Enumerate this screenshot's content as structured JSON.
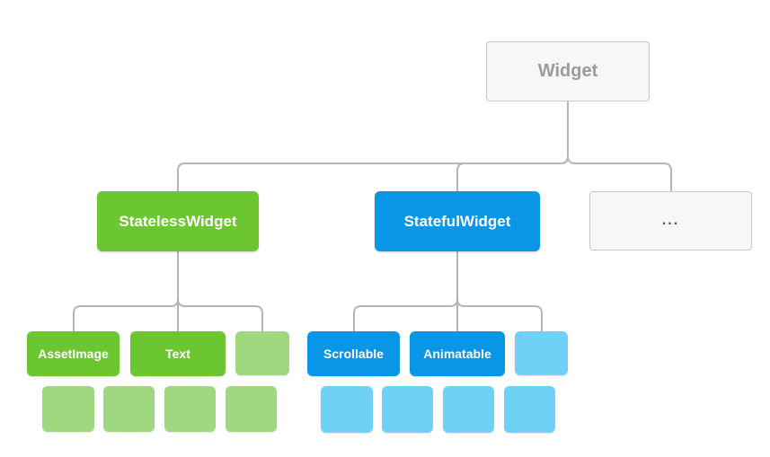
{
  "diagram": {
    "root": {
      "label": "Widget"
    },
    "branches": [
      {
        "label": "StatelessWidget",
        "children": [
          {
            "label": "AssetImage"
          },
          {
            "label": "Text"
          },
          {
            "label": ""
          }
        ],
        "placeholder_squares": 4
      },
      {
        "label": "StatefulWidget",
        "children": [
          {
            "label": "Scrollable"
          },
          {
            "label": "Animatable"
          },
          {
            "label": ""
          }
        ],
        "placeholder_squares": 4
      },
      {
        "label": "...",
        "children": [],
        "placeholder_squares": 0
      }
    ],
    "colors": {
      "green": "#6cc62f",
      "green_light": "#9ed97f",
      "blue": "#0996e6",
      "blue_light": "#70d1f6",
      "neutral_fill": "#f7f7f7",
      "neutral_border": "#c9c9c9",
      "neutral_text": "#9a9a9a",
      "connector": "#b5b5b5",
      "background": "#ffffff"
    }
  }
}
